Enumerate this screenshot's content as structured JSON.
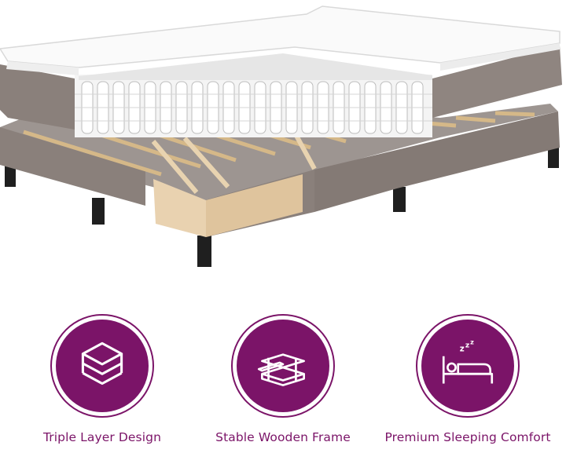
{
  "features": [
    {
      "label": "Triple Layer Design",
      "icon": "layers-icon"
    },
    {
      "label": "Stable Wooden Frame",
      "icon": "wooden-slats-icon"
    },
    {
      "label": "Premium Sleeping Comfort",
      "icon": "sleeping-bed-icon"
    }
  ],
  "colors": {
    "accent": "#7b1468",
    "upholstery": "#8a807b",
    "slats": "#e2c9a3",
    "background": "#ffffff"
  }
}
